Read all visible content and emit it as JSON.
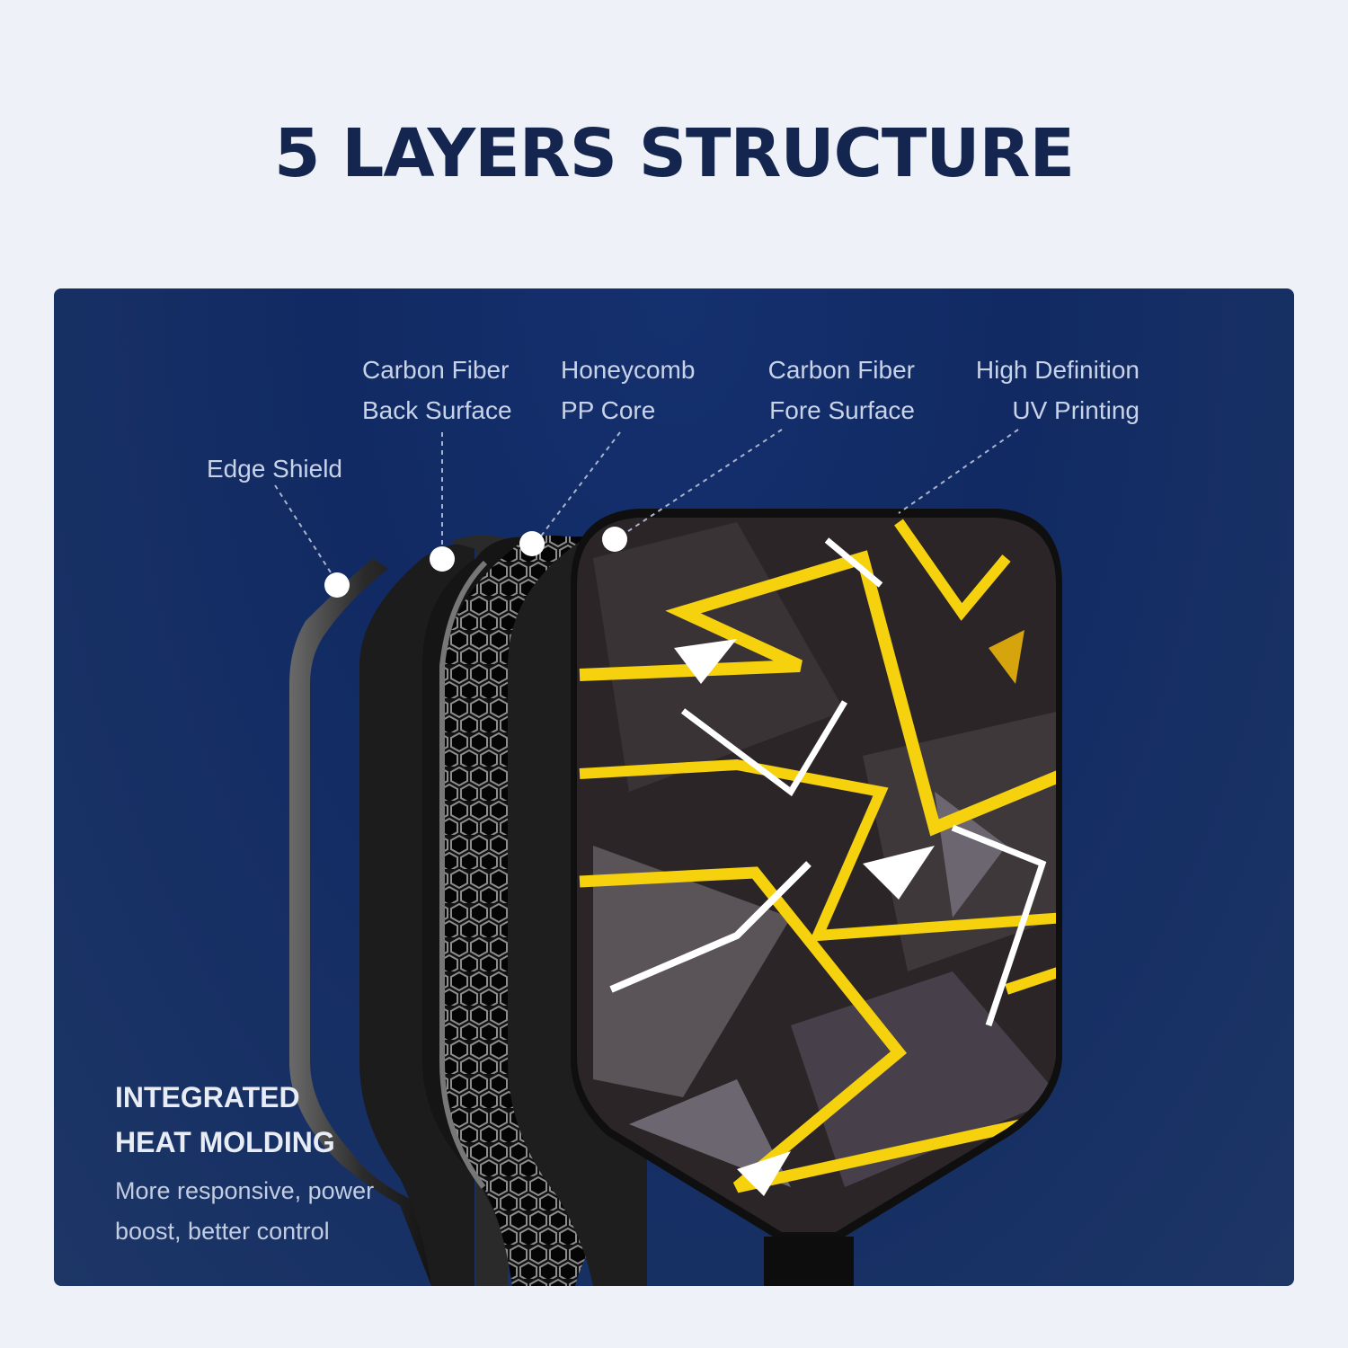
{
  "title": "5 LAYERS STRUCTURE",
  "layers": {
    "edge_shield": "Edge Shield",
    "back_surface": [
      "Carbon Fiber",
      "Back Surface"
    ],
    "core": [
      "Honeycomb",
      "PP Core"
    ],
    "fore_surface": [
      "Carbon Fiber",
      "Fore Surface"
    ],
    "printing": [
      "High Definition",
      "UV Printing"
    ]
  },
  "feature": {
    "heading": [
      "INTEGRATED",
      "HEAT MOLDING"
    ],
    "description": [
      "More responsive, power",
      "boost, better control"
    ]
  },
  "colors": {
    "title": "#14264f",
    "panel": "#13306b",
    "accent_yellow": "#f5d20d",
    "paddle_dark": "#2b2528"
  }
}
